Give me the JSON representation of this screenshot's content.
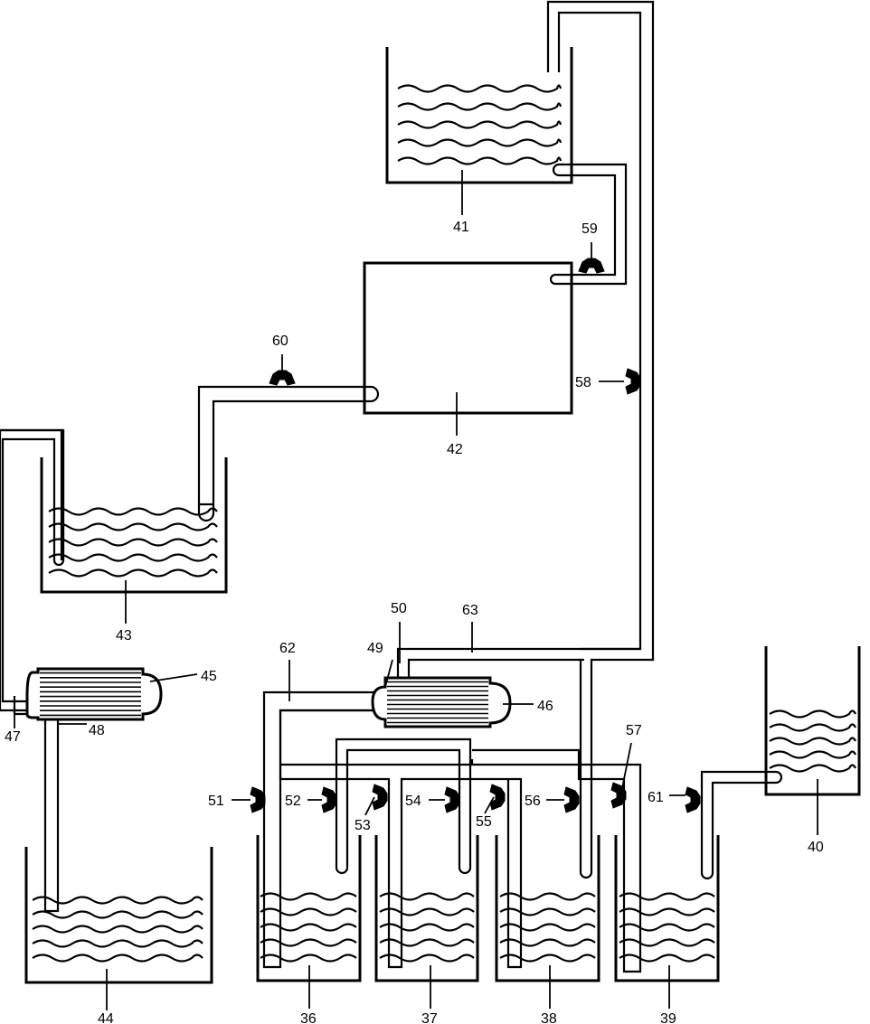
{
  "labels": {
    "l36": "36",
    "l37": "37",
    "l38": "38",
    "l39": "39",
    "l40": "40",
    "l41": "41",
    "l42": "42",
    "l43": "43",
    "l44": "44",
    "l45": "45",
    "l46": "46",
    "l47": "47",
    "l48": "48",
    "l49": "49",
    "l50": "50",
    "l51": "51",
    "l52": "52",
    "l53": "53",
    "l54": "54",
    "l55": "55",
    "l56": "56",
    "l57": "57",
    "l58": "58",
    "l59": "59",
    "l60": "60",
    "l61": "61",
    "l62": "62",
    "l63": "63"
  },
  "icons": {
    "valve": "valve-icon",
    "wave": "liquid-wave-icon",
    "filter": "filter-cartridge-icon"
  },
  "colors": {
    "line": "#000000",
    "background": "#ffffff"
  }
}
